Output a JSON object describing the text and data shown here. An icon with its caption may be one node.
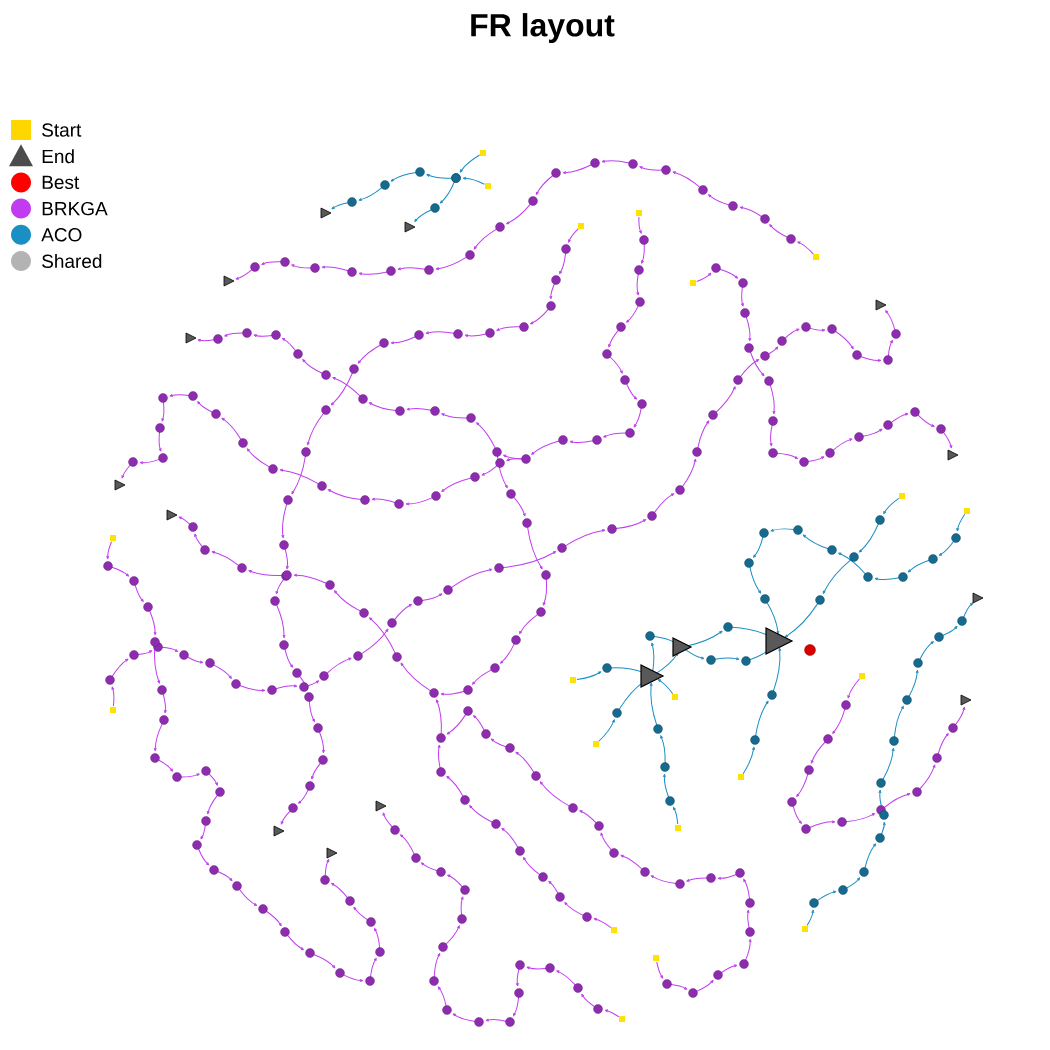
{
  "diagram": {
    "title": "FR layout",
    "legend": [
      {
        "text": "Start",
        "color": "#ffd700"
      },
      {
        "text": "End"
      },
      {
        "text": "Best",
        "color": "#ff0000"
      },
      {
        "text": "BRKGA",
        "color": "#c13cf0"
      },
      {
        "text": "ACO",
        "color": "#1a8fc4"
      },
      {
        "text": "Shared",
        "color": "#b3b3b3"
      }
    ]
  }
}
